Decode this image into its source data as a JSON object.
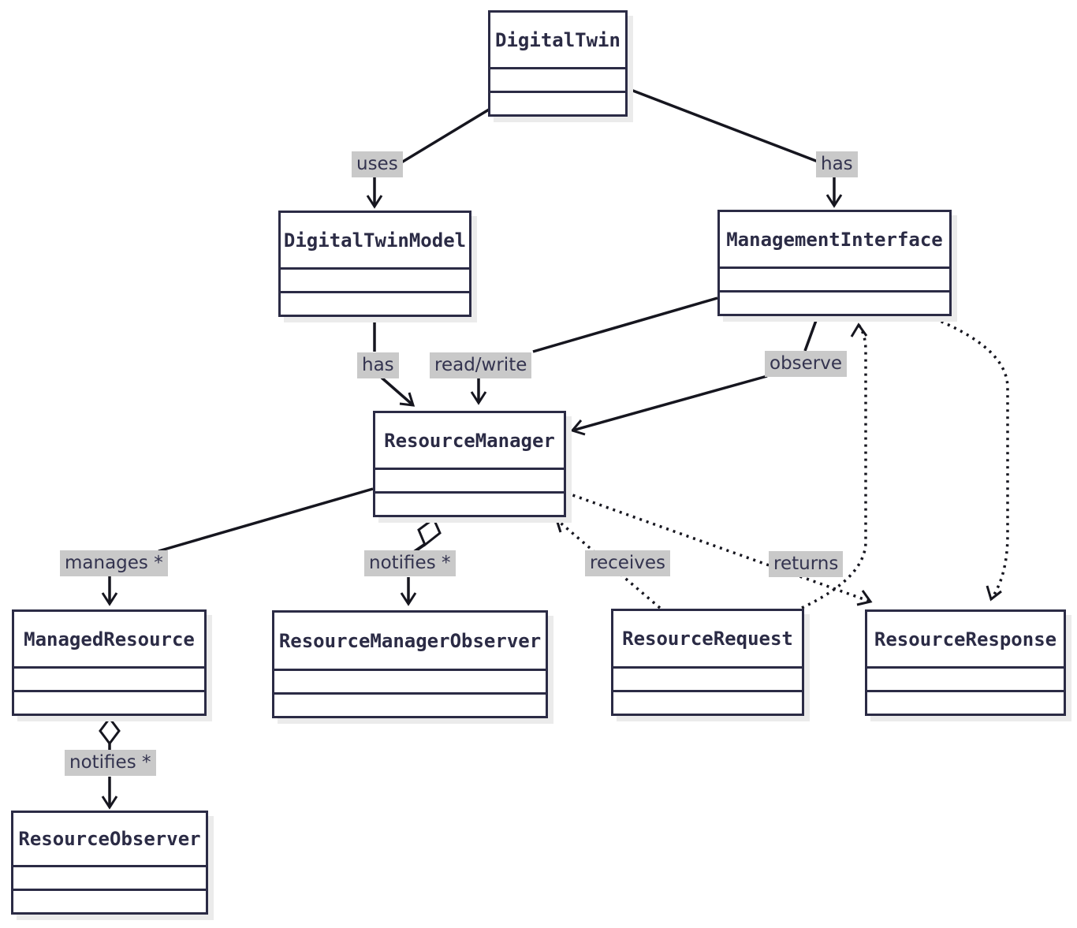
{
  "diagram": {
    "type": "uml-class-diagram",
    "colors": {
      "background": "#ffffff",
      "box_border": "#2b2b45",
      "box_fill": "#ffffff",
      "box_shadow": "#ebebeb",
      "title_text": "#2b2b45",
      "label_background": "#c9c9c9",
      "label_text": "#33334f",
      "connector": "#16161f"
    },
    "classes": [
      {
        "name": "DigitalTwin"
      },
      {
        "name": "DigitalTwinModel"
      },
      {
        "name": "ManagementInterface"
      },
      {
        "name": "ResourceManager"
      },
      {
        "name": "ManagedResource"
      },
      {
        "name": "ResourceManagerObserver"
      },
      {
        "name": "ResourceRequest"
      },
      {
        "name": "ResourceResponse"
      },
      {
        "name": "ResourceObserver"
      }
    ],
    "relationships": [
      {
        "from": "DigitalTwin",
        "to": "DigitalTwinModel",
        "label": "uses",
        "style": "solid",
        "arrow_at": "DigitalTwinModel"
      },
      {
        "from": "DigitalTwin",
        "to": "ManagementInterface",
        "label": "has",
        "style": "solid",
        "arrow_at": "ManagementInterface"
      },
      {
        "from": "DigitalTwinModel",
        "to": "ResourceManager",
        "label": "has",
        "style": "solid",
        "arrow_at": "ResourceManager"
      },
      {
        "from": "ManagementInterface",
        "to": "ResourceManager",
        "label": "read/write",
        "style": "solid",
        "arrow_at": "ResourceManager"
      },
      {
        "from": "ManagementInterface",
        "to": "ResourceManager",
        "label": "observe",
        "style": "solid",
        "arrow_at": "ResourceManager"
      },
      {
        "from": "ResourceManager",
        "to": "ManagedResource",
        "label": "manages *",
        "style": "solid",
        "arrow_at": "ManagedResource"
      },
      {
        "from": "ResourceManager",
        "to": "ResourceManagerObserver",
        "label": "notifies *",
        "style": "solid-aggregation",
        "diamond_at": "ResourceManager",
        "arrow_at": "ResourceManagerObserver"
      },
      {
        "from": "ResourceRequest",
        "to": "ResourceManager",
        "label": "receives",
        "style": "dotted",
        "arrow_at": "ResourceManager"
      },
      {
        "from": "ResourceManager",
        "to": "ResourceResponse",
        "label": "returns",
        "style": "dotted",
        "arrow_at": "ResourceResponse"
      },
      {
        "from": "ResourceRequest",
        "to": "ManagementInterface",
        "label": "",
        "style": "dotted",
        "arrow_at": "ManagementInterface"
      },
      {
        "from": "ManagementInterface",
        "to": "ResourceResponse",
        "label": "",
        "style": "dotted",
        "arrow_at": "ResourceResponse"
      },
      {
        "from": "ManagedResource",
        "to": "ResourceObserver",
        "label": "notifies *",
        "style": "solid-aggregation",
        "diamond_at": "ManagedResource",
        "arrow_at": "ResourceObserver"
      }
    ]
  }
}
